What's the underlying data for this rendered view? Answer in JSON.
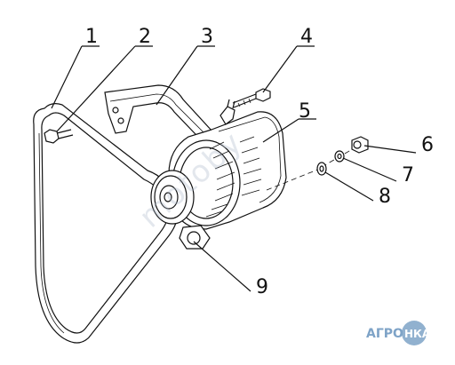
{
  "callouts": [
    "1",
    "2",
    "3",
    "4",
    "5",
    "6",
    "7",
    "8",
    "9"
  ],
  "watermark": "motoby",
  "logo": {
    "left_text": "АГРО",
    "right_text": "НКА"
  },
  "colors": {
    "line": "#111111",
    "watermark": "#a9b7c8",
    "logo": "#7ea3c7"
  }
}
